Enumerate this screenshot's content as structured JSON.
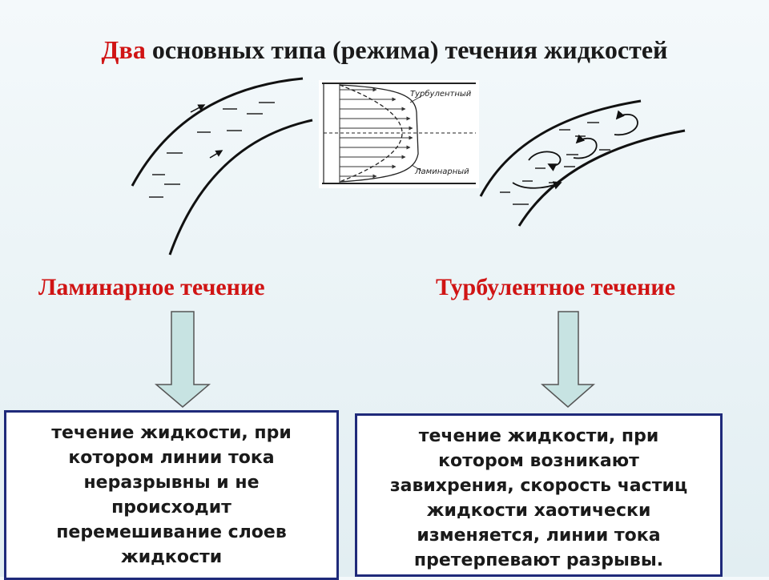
{
  "title": {
    "accent": "Два",
    "rest": " основных типа (режима) течения жидкостей"
  },
  "profile_diagram": {
    "turbulent_label": "Турбулентный",
    "laminar_label": "Ламинарный"
  },
  "laminar": {
    "label": "Ламинарное течение",
    "definition_lines": [
      "течение жидкости, при",
      "котором линии тока",
      "неразрывны и не",
      "происходит",
      "перемешивание слоев",
      "жидкости"
    ]
  },
  "turbulent": {
    "label": "Турбулентное течение",
    "definition_lines": [
      "течение жидкости, при",
      "котором возникают",
      "завихрения, скорость частиц",
      "жидкости хаотически",
      "изменяется, линии тока",
      "претерпевают разрывы."
    ]
  },
  "colors": {
    "accent": "#d01414",
    "arrow_fill": "#c7e3e2",
    "box_border": "#1f2a7a",
    "background": "#eaf3f6"
  }
}
